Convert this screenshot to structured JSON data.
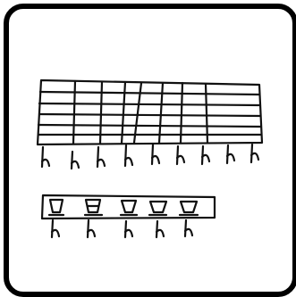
{
  "card": {
    "border_color": "#000000",
    "background": "#ffffff",
    "ink_color": "#111111"
  },
  "top_sketch": {
    "rows": 6,
    "columns": 8,
    "legs": 9,
    "leg_icon": "h-glyph-icon"
  },
  "bottom_sketch": {
    "items": 5,
    "item_icon": "cup-icon",
    "leg_icon": "h-glyph-icon"
  }
}
